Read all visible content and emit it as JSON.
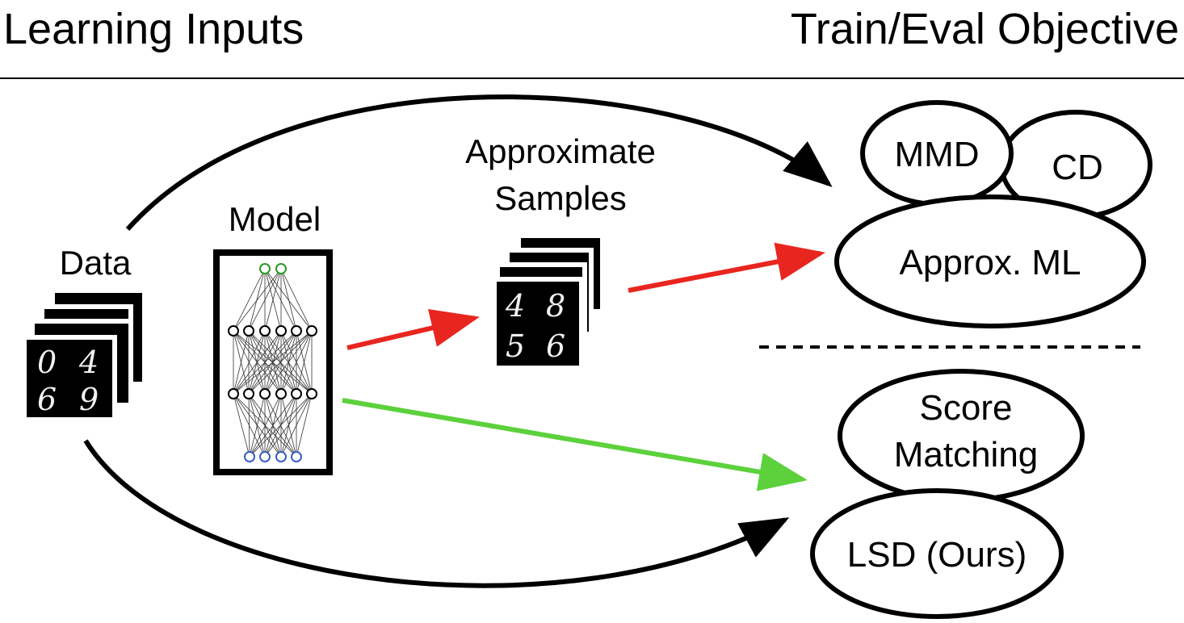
{
  "headers": {
    "left": "Learning Inputs",
    "right": "Train/Eval Objective"
  },
  "labels": {
    "data": "Data",
    "model": "Model",
    "approx_line1": "Approximate",
    "approx_line2": "Samples"
  },
  "objectives": {
    "mmd": "MMD",
    "cd": "CD",
    "approx_ml": "Approx. ML",
    "score_line1": "Score",
    "score_line2": "Matching",
    "lsd": "LSD (Ours)"
  },
  "data_digits": [
    "0",
    "4",
    "6",
    "9"
  ],
  "sample_digits": [
    "4",
    "8",
    "5",
    "6"
  ],
  "colors": {
    "red_arrow": "#e8261f",
    "green_arrow": "#5cd13c",
    "black_arrow": "#000000",
    "top_nodes": "#2a9a2a",
    "bottom_nodes": "#3a5cc8"
  }
}
